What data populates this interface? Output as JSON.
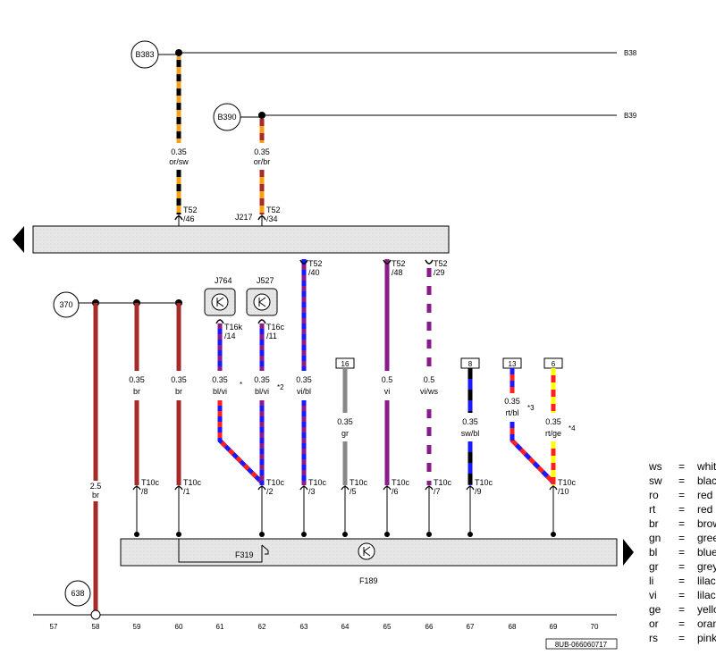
{
  "diagram_id": "8UB-066060717",
  "sheet_refs": {
    "top_right_1": "B38",
    "top_right_2": "B39"
  },
  "nodes": {
    "b383": "B383",
    "b390": "B390",
    "n370": "370",
    "n638": "638"
  },
  "components": {
    "j217": "J217",
    "j764": "J764",
    "j527": "J527",
    "f319": "F319",
    "f189": "F189"
  },
  "top_wires": [
    {
      "size": "0.35",
      "color": "or/sw",
      "conn": "T52",
      "pin": "/46"
    },
    {
      "size": "0.35",
      "color": "or/br",
      "conn": "T52",
      "pin": "/34"
    }
  ],
  "upper_connectors": [
    {
      "conn": "T52",
      "pin": "/40"
    },
    {
      "conn": "T52",
      "pin": "/48"
    },
    {
      "conn": "T52",
      "pin": "/29"
    },
    {
      "conn": "T16k",
      "pin": "/14"
    },
    {
      "conn": "T16c",
      "pin": "/11"
    }
  ],
  "wire_labels": [
    {
      "size": "0.35",
      "color": "br"
    },
    {
      "size": "0.35",
      "color": "br"
    },
    {
      "size": "0.35",
      "color": "bl/vi"
    },
    {
      "size": "0.35",
      "color": "bl/vi"
    },
    {
      "size": "0.35",
      "color": "vi/bl"
    },
    {
      "size": "0.35",
      "color": "gr"
    },
    {
      "size": "0.5",
      "color": "vi"
    },
    {
      "size": "0.5",
      "color": "vi/ws"
    },
    {
      "size": "0.35",
      "color": "sw/bl"
    },
    {
      "size": "0.35",
      "color": "rt/bl"
    },
    {
      "size": "0.35",
      "color": "rt/ge"
    },
    {
      "size": "2.5",
      "color": "br"
    }
  ],
  "footnotes": {
    "star": "*",
    "n2": "*2",
    "n3": "*3",
    "n4": "*4"
  },
  "boxed_refs": [
    "16",
    "8",
    "13",
    "6"
  ],
  "bottom_connectors": [
    {
      "conn": "T10c",
      "pin": "/8"
    },
    {
      "conn": "T10c",
      "pin": "/1"
    },
    {
      "conn": "T10c",
      "pin": "/2"
    },
    {
      "conn": "T10c",
      "pin": "/3"
    },
    {
      "conn": "T10c",
      "pin": "/5"
    },
    {
      "conn": "T10c",
      "pin": "/6"
    },
    {
      "conn": "T10c",
      "pin": "/7"
    },
    {
      "conn": "T10c",
      "pin": "/9"
    },
    {
      "conn": "T10c",
      "pin": "/10"
    }
  ],
  "track_numbers": [
    "57",
    "58",
    "59",
    "60",
    "61",
    "62",
    "63",
    "64",
    "65",
    "66",
    "67",
    "68",
    "69",
    "70"
  ],
  "legend": [
    {
      "code": "ws",
      "eq": "=",
      "text": "whit"
    },
    {
      "code": "sw",
      "eq": "=",
      "text": "blac"
    },
    {
      "code": "ro",
      "eq": "=",
      "text": "red"
    },
    {
      "code": "rt",
      "eq": "=",
      "text": "red"
    },
    {
      "code": "br",
      "eq": "=",
      "text": "brow"
    },
    {
      "code": "gn",
      "eq": "=",
      "text": "gree"
    },
    {
      "code": "bl",
      "eq": "=",
      "text": "blue"
    },
    {
      "code": "gr",
      "eq": "=",
      "text": "grey"
    },
    {
      "code": "li",
      "eq": "=",
      "text": "lilac"
    },
    {
      "code": "vi",
      "eq": "=",
      "text": "lilac"
    },
    {
      "code": "ge",
      "eq": "=",
      "text": "yello"
    },
    {
      "code": "or",
      "eq": "=",
      "text": "oran"
    },
    {
      "code": "rs",
      "eq": "=",
      "text": "pink"
    }
  ],
  "wire_colors": {
    "orange": "#f5a21a",
    "black": "#000000",
    "brown": "#a52a2a",
    "blue": "#1a1aff",
    "violet": "#8b1a8b",
    "grey": "#888888",
    "red": "#ff2020",
    "yellow": "#ffff00",
    "white": "#ffffff",
    "module_fill": "#e4e4e4"
  }
}
